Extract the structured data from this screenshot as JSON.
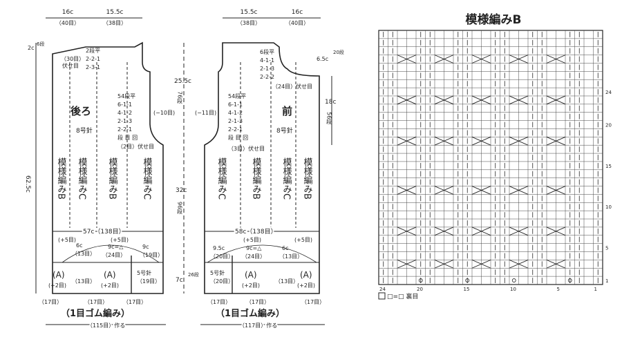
{
  "back": {
    "title": "後ろ",
    "needle": "8号針",
    "top_widths": [
      {
        "cm": "16c",
        "sts": "（40目）"
      },
      {
        "cm": "15.5c",
        "sts": "（38目）"
      }
    ],
    "shoulder": {
      "cm": "2c",
      "rows": "6段"
    },
    "neck": {
      "sts": "（30目）",
      "label": "伏せ目",
      "steps": [
        "2段平",
        "2-2-1",
        "2-3-1"
      ]
    },
    "armhole": {
      "steps": [
        "54段平",
        "6-1-1",
        "4-1-2",
        "2-1-3",
        "2-2-1",
        "段 目 回"
      ],
      "bindoff": "（2目）伏せ目",
      "side": "(−10目)"
    },
    "patterns": [
      "模様編みB",
      "模様編みC",
      "模様編みB",
      "模様編みC"
    ],
    "width_line": "57c（138目）",
    "inc_left": "(+5目)",
    "inc_right": "(+5目)",
    "sub_a": {
      "cm": "6c",
      "sts": "（13目）"
    },
    "sub_b": {
      "cm": "9c=△",
      "sts": "（24目）"
    },
    "sub_c": {
      "cm": "9c",
      "sts": "（19目）"
    },
    "ribbing_needle": "5号針",
    "ribbing_sts": "（19目）",
    "rib_labels": [
      "(A)",
      "(+2目)",
      "（13目）",
      "(A)",
      "(+2目)"
    ],
    "bottom_counts": [
      "（17目）",
      "（17目）",
      "（17目）"
    ],
    "rib_name": "（1目ゴム編み）",
    "cast_on": "（115目）作る"
  },
  "center": {
    "total": "62.5c",
    "top_len": {
      "cm": "25.5c",
      "rows": "76段"
    },
    "mid_len": {
      "cm": "32c",
      "rows": "96段"
    },
    "rib_len": {
      "cm": "7c",
      "rows": "26段"
    }
  },
  "front": {
    "title": "前",
    "needle": "8号針",
    "top_widths": [
      {
        "cm": "15.5c",
        "sts": "（38目）"
      },
      {
        "cm": "16c",
        "sts": "（40目）"
      }
    ],
    "shoulder": {
      "cm": "6.5c",
      "rows": "20段"
    },
    "side_len": {
      "cm": "18c",
      "rows": "56段"
    },
    "neck": {
      "label": "（24目）伏せ目",
      "steps": [
        "6段平",
        "4-1-1",
        "2-1-3",
        "2-2-2"
      ]
    },
    "armhole": {
      "steps": [
        "54段平",
        "6-1-1",
        "4-1-2",
        "2-1-3",
        "2-2-1",
        "段 目 回"
      ],
      "bindoff": "（3目）伏せ目",
      "side": "(−11目)"
    },
    "patterns": [
      "模様編みC",
      "模様編みB",
      "模様編みC",
      "模様編みB"
    ],
    "width_line": "58c（138目）",
    "inc_left": "(+5目)",
    "inc_right": "(+5目)",
    "sub_a": {
      "cm": "9.5c",
      "sts": "（20目）"
    },
    "sub_b": {
      "cm": "9c=△",
      "sts": "（24目）"
    },
    "sub_c": {
      "cm": "6c",
      "sts": "（13目）"
    },
    "ribbing_needle": "5号針",
    "ribbing_sts": "（20目）",
    "rib_labels": [
      "(A)",
      "(+2目)",
      "（13目）",
      "(A)",
      "(+2目)"
    ],
    "bottom_counts": [
      "（17目）",
      "（17目）",
      "（17目）"
    ],
    "rib_name": "（1目ゴム編み）",
    "cast_on": "（117目）作る"
  },
  "chart": {
    "title": "模様編みB",
    "cols": 24,
    "rows": 31,
    "row_numbers": [
      "1",
      "5",
      "10",
      "15",
      "20",
      "24"
    ],
    "col_numbers": [
      "24",
      "20",
      "15",
      "10",
      "5",
      "1"
    ],
    "legend": "□=□ 裏目"
  }
}
